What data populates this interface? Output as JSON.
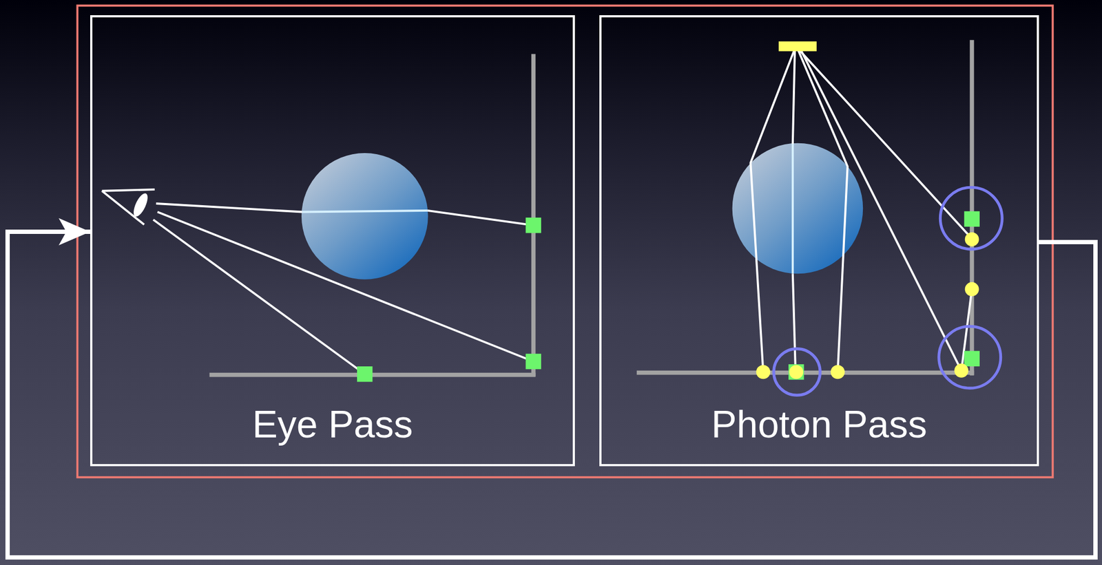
{
  "diagram": {
    "nodes": [
      {
        "text": [
          "Eye Pass"
        ]
      },
      {
        "text": [
          "Photon Pass"
        ]
      }
    ],
    "edges": [
      {
        "from": 1,
        "to": 0,
        "arrow": "to"
      }
    ]
  }
}
